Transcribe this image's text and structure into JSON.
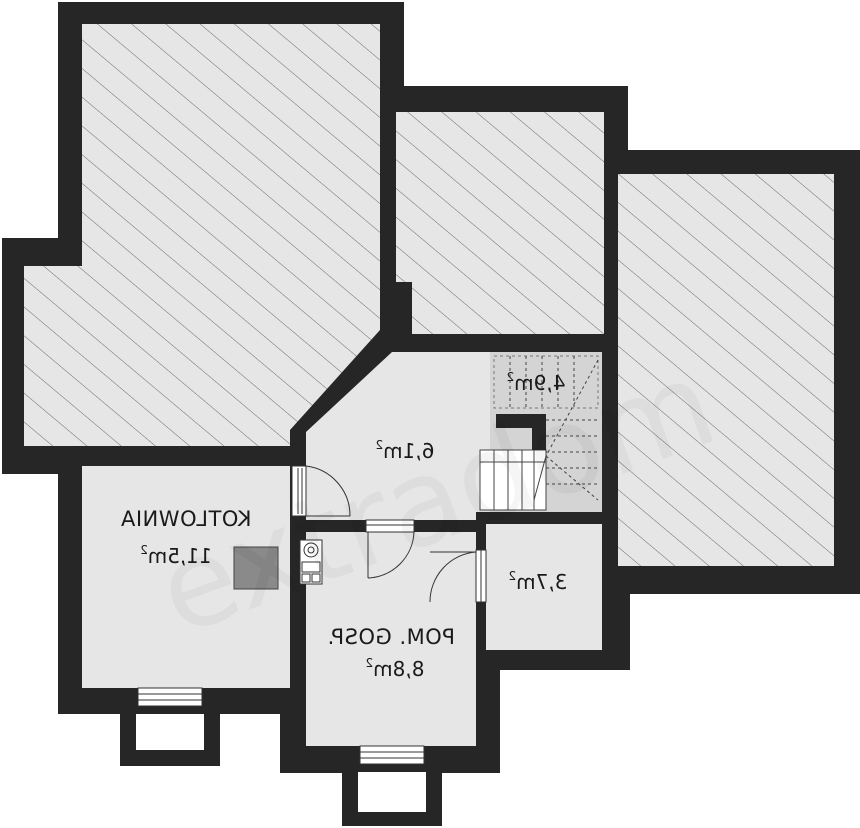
{
  "rooms": [
    {
      "id": "kotlownia",
      "name": "KOTLOWNIA",
      "area_num": "11,5m",
      "area_sup": "2"
    },
    {
      "id": "hall",
      "name": "",
      "area_num": "6,1m",
      "area_sup": "2"
    },
    {
      "id": "stairs",
      "name": "",
      "area_num": "4,9m",
      "area_sup": "2"
    },
    {
      "id": "pom-gosp",
      "name": "POM. GOSP.",
      "area_num": "8,8m",
      "area_sup": "2"
    },
    {
      "id": "small-room",
      "name": "",
      "area_num": "3,7m",
      "area_sup": "2"
    }
  ],
  "colors": {
    "wall": "#262626",
    "room_fill": "#e6e6e6",
    "stair_fill": "#d4d4d4",
    "hatch_line": "#5a5a5a",
    "text": "#1a1a1a"
  }
}
